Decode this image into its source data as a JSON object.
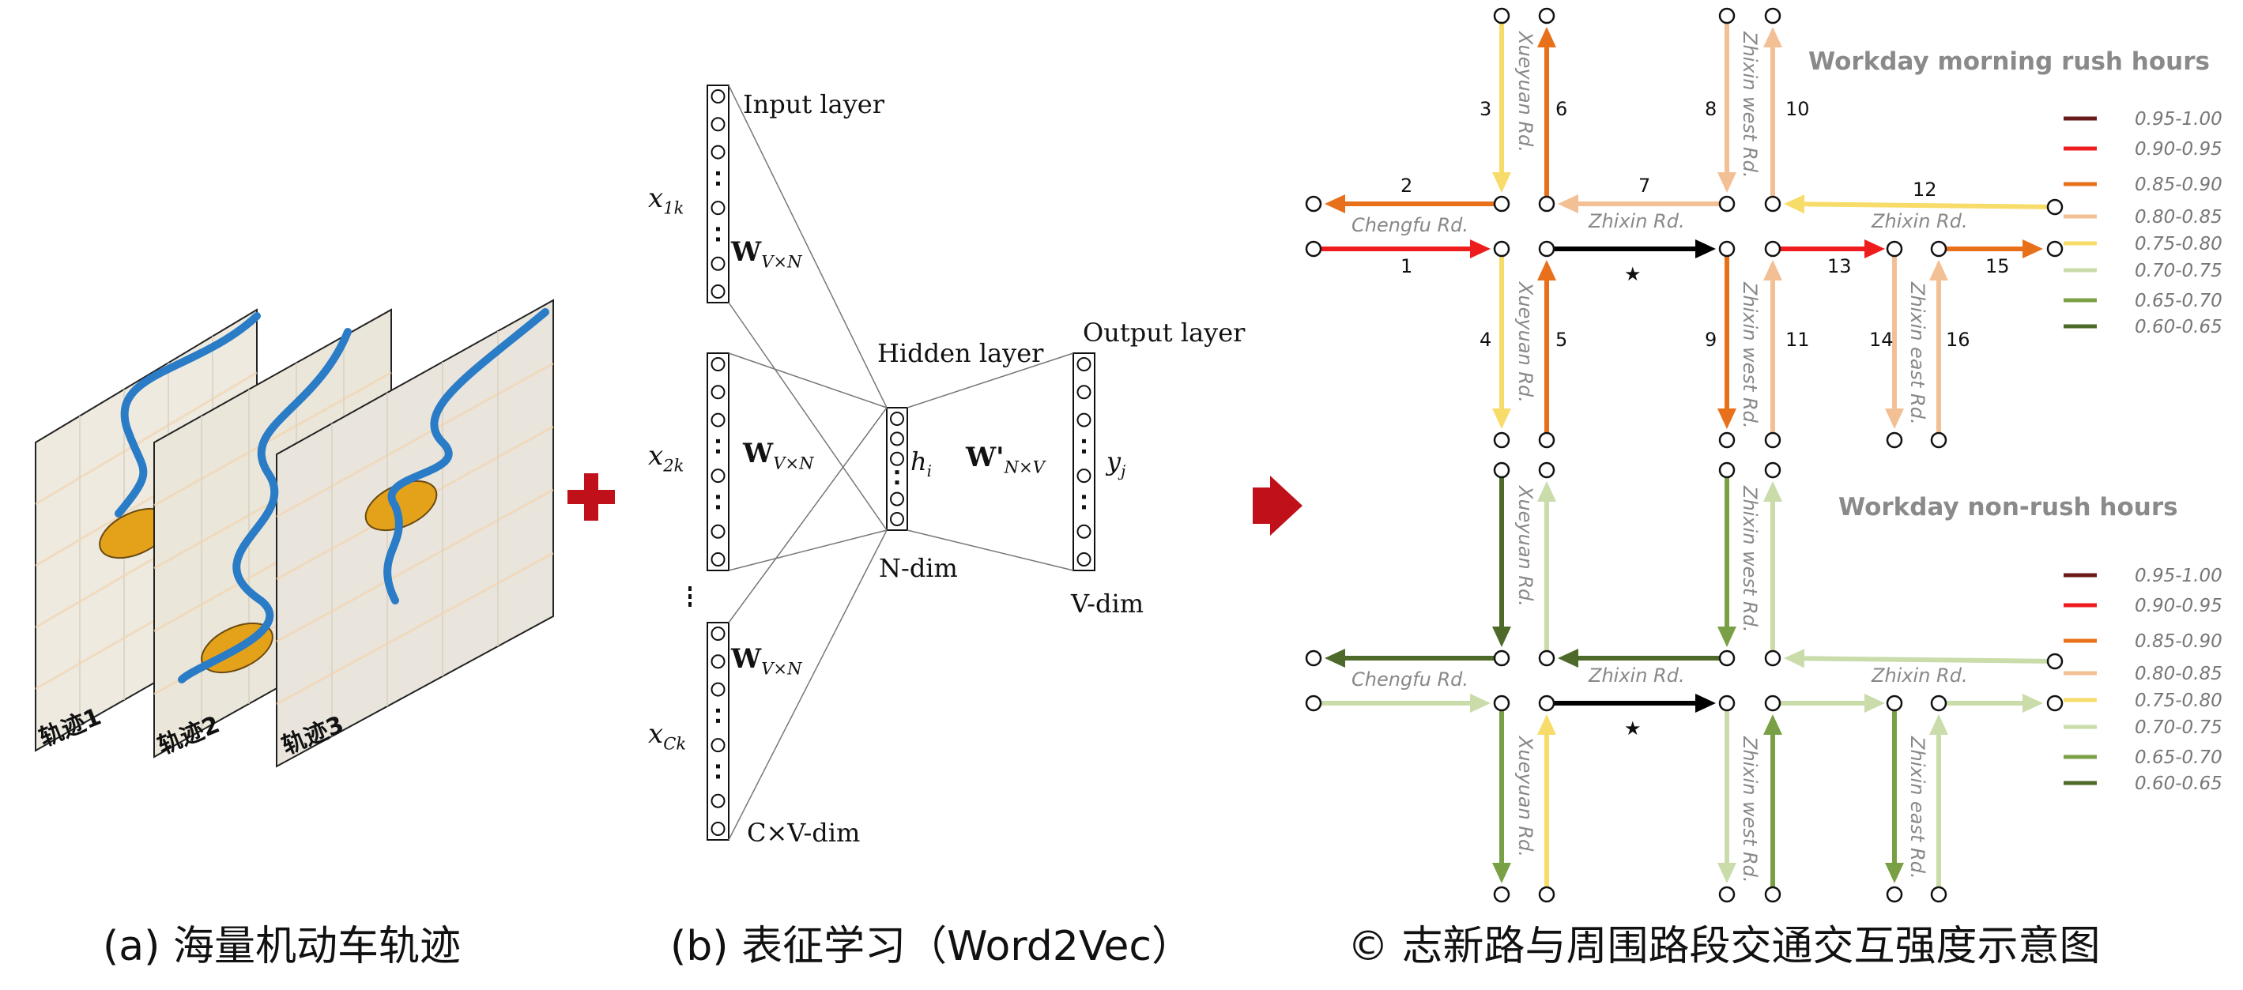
{
  "captions": {
    "a": "(a) 海量机动车轨迹",
    "b": "(b) 表征学习（Word2Vec）",
    "c": "© 志新路与周围路段交通交互强度示意图"
  },
  "panel_a": {
    "maps": [
      {
        "label": "轨迹1",
        "fill": "#eeeae0"
      },
      {
        "label": "轨迹2",
        "fill": "#ebe6da"
      },
      {
        "label": "轨迹3",
        "fill": "#e9e5dd"
      }
    ],
    "trajectory_color": "#2a7cc7",
    "taxi_color": "#e4a21b",
    "plus_color": "#c0101a"
  },
  "panel_b": {
    "input_layer": "Input layer",
    "hidden_layer": "Hidden layer",
    "output_layer": "Output layer",
    "x1k": "x",
    "x1k_sub": "1k",
    "x2k": "x",
    "x2k_sub": "2k",
    "xck": "x",
    "xck_sub": "Ck",
    "w": "W",
    "w_sub": "V×N",
    "w_prime": "W'",
    "w_prime_sub": "N×V",
    "hi": "h",
    "hi_sub": "i",
    "yj": "y",
    "yj_sub": "j",
    "n_dim": "N-dim",
    "v_dim": "V-dim",
    "cv_dim": "C×V-dim",
    "arrow_color": "#c0101a"
  },
  "panel_c": {
    "title_morning": "Workday morning rush hours",
    "title_nonrush": "Workday non-rush hours",
    "roads": {
      "chengfu": "Chengfu Rd.",
      "zhixin": "Zhixin Rd.",
      "xueyuan": "Xueyuan Rd.",
      "zhixin_west": "Zhixin west Rd.",
      "zhixin_east": "Zhixin east Rd."
    },
    "legend": [
      {
        "label": "0.95-1.00",
        "color": "#6b1a1a"
      },
      {
        "label": "0.90-0.95",
        "color": "#ee1c1c"
      },
      {
        "label": "0.85-0.90",
        "color": "#e8701a"
      },
      {
        "label": "0.80-0.85",
        "color": "#f3bf95"
      },
      {
        "label": "0.75-0.80",
        "color": "#f8dc6a"
      },
      {
        "label": "0.70-0.75",
        "color": "#c9dcaa"
      },
      {
        "label": "0.65-0.70",
        "color": "#7aa046"
      },
      {
        "label": "0.60-0.65",
        "color": "#4e6a2a"
      }
    ],
    "segment_numbers": [
      "1",
      "2",
      "3",
      "4",
      "5",
      "6",
      "7",
      "8",
      "9",
      "10",
      "11",
      "12",
      "13",
      "14",
      "15",
      "16"
    ],
    "star": "★",
    "target_color": "#000000",
    "morning_colors": {
      "s1": "#ee1c1c",
      "s2": "#e8701a",
      "s3": "#f8dc6a",
      "s4": "#f8dc6a",
      "s5": "#e8701a",
      "s6": "#e8701a",
      "s7": "#f3bf95",
      "s8": "#f3bf95",
      "s9": "#e8701a",
      "s10": "#f3bf95",
      "s11": "#f3bf95",
      "s12": "#f8dc6a",
      "s13": "#ee1c1c",
      "s14": "#f3bf95",
      "s15": "#e8701a",
      "s16": "#f3bf95"
    },
    "nonrush_colors": {
      "s1": "#c9dcaa",
      "s2": "#4e6a2a",
      "s3": "#4e6a2a",
      "s4": "#7aa046",
      "s5": "#f8dc6a",
      "s6": "#c9dcaa",
      "s7": "#4e6a2a",
      "s8": "#7aa046",
      "s9": "#c9dcaa",
      "s10": "#c9dcaa",
      "s11": "#7aa046",
      "s12": "#c9dcaa",
      "s13": "#c9dcaa",
      "s14": "#7aa046",
      "s15": "#c9dcaa",
      "s16": "#c9dcaa"
    }
  }
}
